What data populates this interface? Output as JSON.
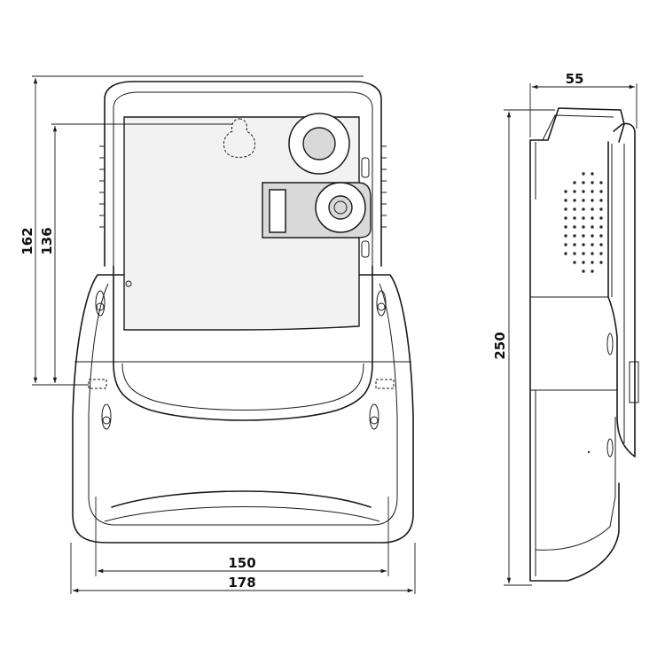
{
  "dimensions": {
    "height_outer": "162",
    "height_inner": "136",
    "width_inner": "150",
    "width_outer": "178",
    "depth": "55",
    "height_total": "250"
  }
}
